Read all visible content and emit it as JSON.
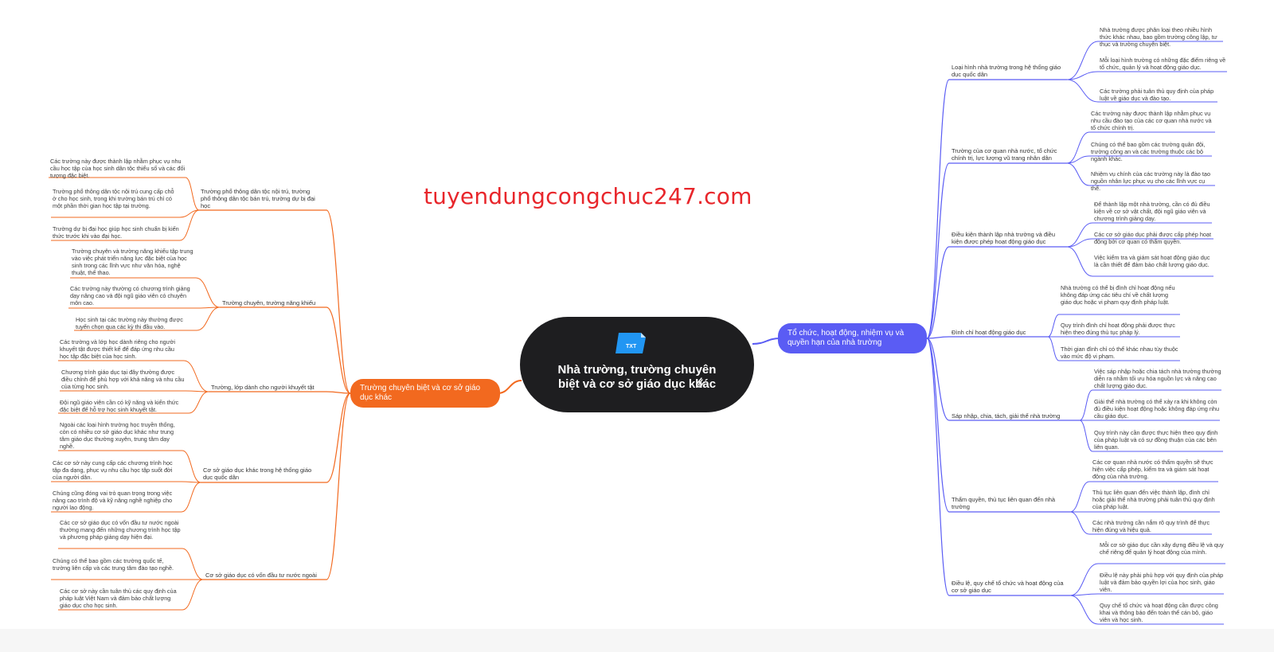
{
  "watermark": "tuyendungcongchuc247.com",
  "center": {
    "title": "Nhà trường, trường chuyên biệt và cơ sở giáo dục khác",
    "icon": "txt-file-icon",
    "attach_icon": "paperclip-icon"
  },
  "colors": {
    "right": "#5a5cf4",
    "left": "#f2691f",
    "center": "#1e1e20"
  },
  "right_branch": {
    "label": "Tổ chức, hoạt động, nhiệm vụ và quyền hạn của nhà trường",
    "subs": [
      {
        "label": "Loại hình nhà trường trong hệ thống giáo dục quốc dân",
        "leaves": [
          "Nhà trường được phân loại theo nhiều hình thức khác nhau, bao gồm trường công lập, tư thục và trường chuyên biệt.",
          "Mỗi loại hình trường có những đặc điểm riêng về tổ chức, quản lý và hoạt động giáo dục.",
          "Các trường phải tuân thủ quy định của pháp luật về giáo dục và đào tạo."
        ]
      },
      {
        "label": "Trường của cơ quan nhà nước, tổ chức chính trị, lực lượng vũ trang nhân dân",
        "leaves": [
          "Các trường này được thành lập nhằm phục vụ nhu cầu đào tạo của các cơ quan nhà nước và tổ chức chính trị.",
          "Chúng có thể bao gồm các trường quân đội, trường công an và các trường thuộc các bộ ngành khác.",
          "Nhiệm vụ chính của các trường này là đào tạo nguồn nhân lực phục vụ cho các lĩnh vực cụ thể."
        ]
      },
      {
        "label": "Điều kiện thành lập nhà trường và điều kiện được phép hoạt động giáo dục",
        "leaves": [
          "Để thành lập một nhà trường, cần có đủ điều kiện về cơ sở vật chất, đội ngũ giáo viên và chương trình giảng dạy.",
          "Các cơ sở giáo dục phải được cấp phép hoạt động bởi cơ quan có thẩm quyền.",
          "Việc kiểm tra và giám sát hoạt động giáo dục là cần thiết để đảm bảo chất lượng giáo dục."
        ]
      },
      {
        "label": "Đình chỉ hoạt động giáo dục",
        "leaves": [
          "Nhà trường có thể bị đình chỉ hoạt động nếu không đáp ứng các tiêu chí về chất lượng giáo dục hoặc vi phạm quy định pháp luật.",
          "Quy trình đình chỉ hoạt động phải được thực hiện theo đúng thủ tục pháp lý.",
          "Thời gian đình chỉ có thể khác nhau tùy thuộc vào mức độ vi phạm."
        ]
      },
      {
        "label": "Sáp nhập, chia, tách, giải thể nhà trường",
        "leaves": [
          "Việc sáp nhập hoặc chia tách nhà trường thường diễn ra nhằm tối ưu hóa nguồn lực và nâng cao chất lượng giáo dục.",
          "Giải thể nhà trường có thể xảy ra khi không còn đủ điều kiện hoạt động hoặc không đáp ứng nhu cầu giáo dục.",
          "Quy trình này cần được thực hiện theo quy định của pháp luật và có sự đồng thuận của các bên liên quan."
        ]
      },
      {
        "label": "Thẩm quyền, thủ tục liên quan đến nhà trường",
        "leaves": [
          "Các cơ quan nhà nước có thẩm quyền sẽ thực hiện việc cấp phép, kiểm tra và giám sát hoạt động của nhà trường.",
          "Thủ tục liên quan đến việc thành lập, đình chỉ hoặc giải thể nhà trường phải tuân thủ quy định của pháp luật.",
          "Các nhà trường cần nắm rõ quy trình để thực hiện đúng và hiệu quả."
        ]
      },
      {
        "label": "Điều lệ, quy chế tổ chức và hoạt động của cơ sở giáo dục",
        "leaves": [
          "Mỗi cơ sở giáo dục cần xây dựng điều lệ và quy chế riêng để quản lý hoạt động của mình.",
          "Điều lệ này phải phù hợp với quy định của pháp luật và đảm bảo quyền lợi của học sinh, giáo viên.",
          "Quy chế tổ chức và hoạt động cần được công khai và thông báo đến toàn thể cán bộ, giáo viên và học sinh."
        ]
      }
    ]
  },
  "left_branch": {
    "label": "Trường chuyên biệt và cơ sở giáo dục khác",
    "subs": [
      {
        "label": "Trường phổ thông dân tộc nội trú, trường phổ thông dân tộc bán trú, trường dự bị đại học",
        "leaves": [
          "Các trường này được thành lập nhằm phục vụ nhu cầu học tập của học sinh dân tộc thiểu số và các đối tượng đặc biệt.",
          "Trường phổ thông dân tộc nội trú cung cấp chỗ ở cho học sinh, trong khi trường bán trú chỉ có một phần thời gian học tập tại trường.",
          "Trường dự bị đại học giúp học sinh chuẩn bị kiến thức trước khi vào đại học."
        ]
      },
      {
        "label": "Trường chuyên, trường năng khiếu",
        "leaves": [
          "Trường chuyên và trường năng khiếu tập trung vào việc phát triển năng lực đặc biệt của học sinh trong các lĩnh vực như văn hóa, nghệ thuật, thể thao.",
          "Các trường này thường có chương trình giảng dạy nâng cao và đội ngũ giáo viên có chuyên môn cao.",
          "Học sinh tại các trường này thường được tuyển chọn qua các kỳ thi đầu vào."
        ]
      },
      {
        "label": "Trường, lớp dành cho người khuyết tật",
        "leaves": [
          "Các trường và lớp học dành riêng cho người khuyết tật được thiết kế để đáp ứng nhu cầu học tập đặc biệt của học sinh.",
          "Chương trình giáo dục tại đây thường được điều chỉnh để phù hợp với khả năng và nhu cầu của từng học sinh.",
          "Đội ngũ giáo viên cần có kỹ năng và kiến thức đặc biệt để hỗ trợ học sinh khuyết tật."
        ]
      },
      {
        "label": "Cơ sở giáo dục khác trong hệ thống giáo dục quốc dân",
        "leaves": [
          "Ngoài các loại hình trường học truyền thống, còn có nhiều cơ sở giáo dục khác như trung tâm giáo dục thường xuyên, trung tâm dạy nghề.",
          "Các cơ sở này cung cấp các chương trình học tập đa dạng, phục vụ nhu cầu học tập suốt đời của người dân.",
          "Chúng cũng đóng vai trò quan trọng trong việc nâng cao trình độ và kỹ năng nghề nghiệp cho người lao động."
        ]
      },
      {
        "label": "Cơ sở giáo dục có vốn đầu tư nước ngoài",
        "leaves": [
          "Các cơ sở giáo dục có vốn đầu tư nước ngoài thường mang đến những chương trình học tập và phương pháp giảng dạy hiện đại.",
          "Chúng có thể bao gồm các trường quốc tế, trường liên cấp và các trung tâm đào tạo nghề.",
          "Các cơ sở này cần tuân thủ các quy định của pháp luật Việt Nam và đảm bảo chất lượng giáo dục cho học sinh."
        ]
      }
    ]
  }
}
